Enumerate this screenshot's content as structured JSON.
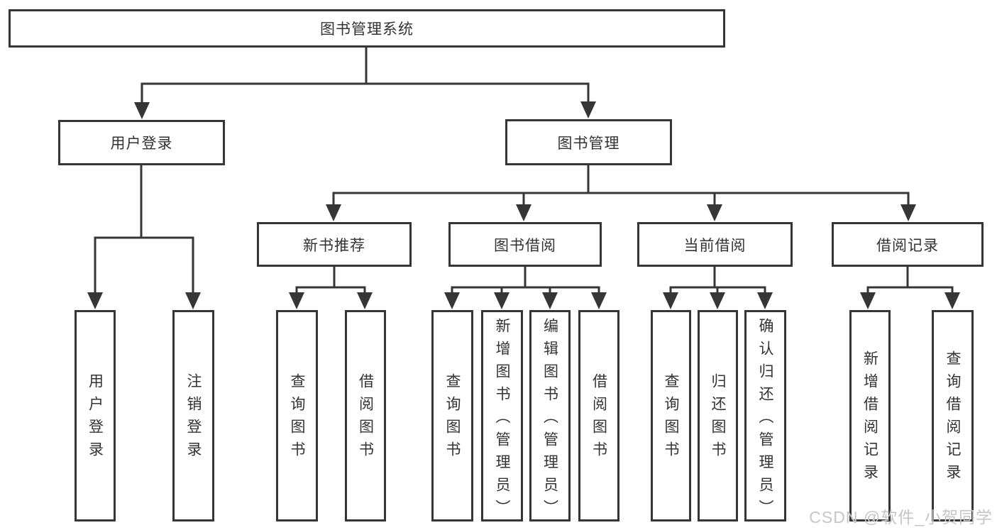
{
  "diagram": {
    "root": "图书管理系统",
    "level2": [
      "用户登录",
      "图书管理"
    ],
    "level3": [
      "新书推荐",
      "图书借阅",
      "当前借阅",
      "借阅记录"
    ],
    "leaves": [
      "用户登录",
      "注销登录",
      "查询图书",
      "借阅图书",
      "查询图书",
      "新增图书（管理员）",
      "编辑图书（管理员）",
      "借阅图书",
      "查询图书",
      "归还图书",
      "确认归还（管理员）",
      "新增借阅记录",
      "查询借阅记录"
    ]
  },
  "watermark": "CSDN @软件_小贺同学",
  "colors": {
    "line": "#363636",
    "text": "#333333",
    "watermark": "#c6c6c6",
    "background": "#ffffff"
  }
}
